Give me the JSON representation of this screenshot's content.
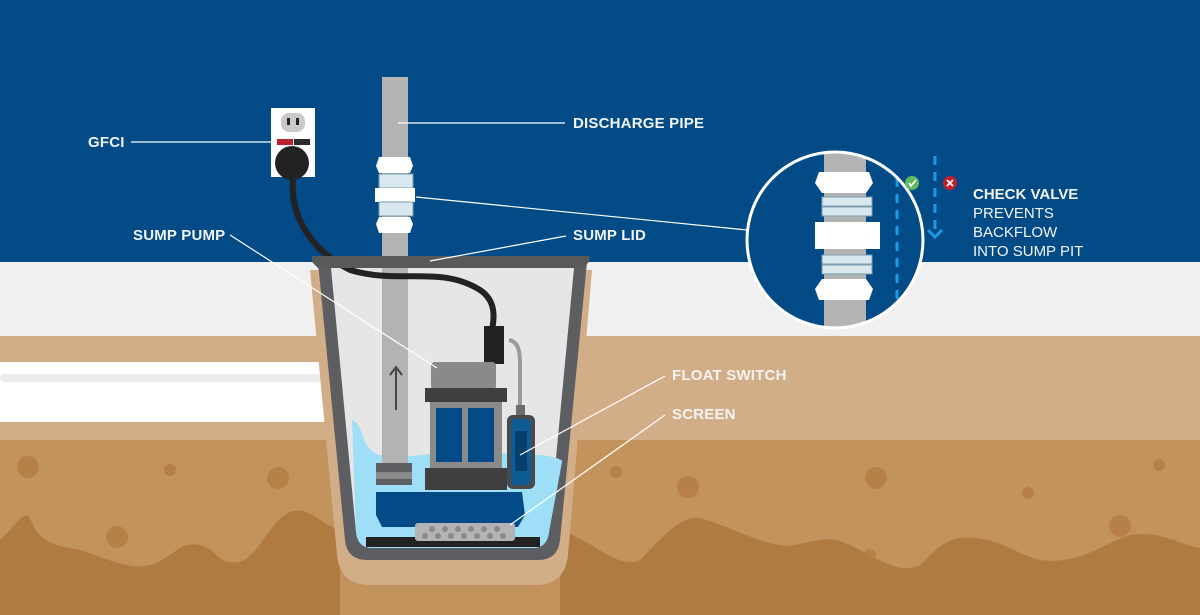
{
  "diagram": {
    "title": "Sump pump system cross-section",
    "colors": {
      "sky": "#024b86",
      "floor": "#f0f0f0",
      "soil_light": "#d2ae88",
      "soil_mid": "#c3935e",
      "soil_dark": "#b07b41",
      "pit_liner": "#5d5e62",
      "lid": "#58595b",
      "pipe": "#b3b3b3",
      "water": "#9edff7",
      "pump_blue": "#024b86",
      "check_ok": "#61b95d",
      "check_no": "#c0202d",
      "flow_arrow": "#1e9ae8"
    },
    "labels": {
      "gfci": "GFCI",
      "discharge_pipe": "DISCHARGE PIPE",
      "sump_pump": "SUMP PUMP",
      "sump_lid": "SUMP LID",
      "float_switch": "FLOAT SWITCH",
      "screen": "SCREEN"
    },
    "callout": {
      "title": "CHECK VALVE",
      "lines": [
        "PREVENTS",
        "BACKFLOW",
        "INTO SUMP PIT"
      ],
      "allowed_flow": "up",
      "blocked_flow": "down",
      "allowed_icon": "check-icon",
      "blocked_icon": "x-icon"
    },
    "pipe_flow_direction": "up"
  }
}
